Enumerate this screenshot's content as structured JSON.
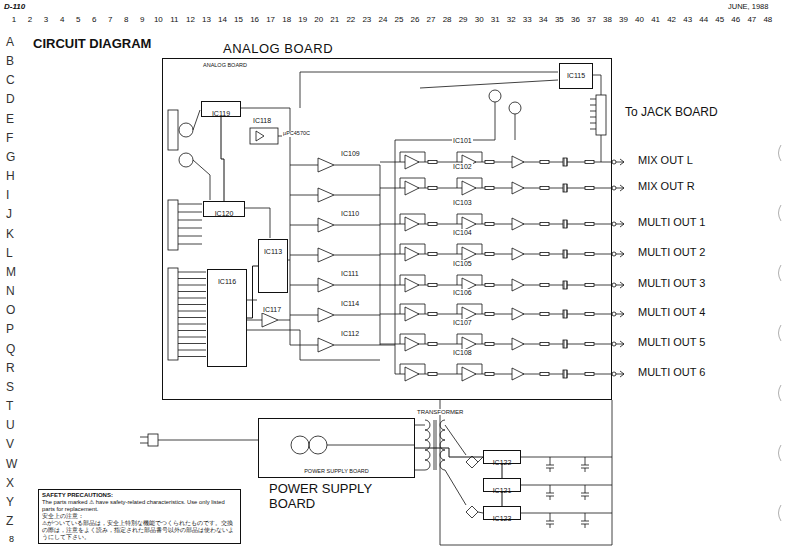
{
  "diagram": {
    "title": "CIRCUIT DIAGRAM",
    "nodes": [
      {
        "text": [
          "ANALOG BOARD",
          "ANALOG BOARD"
        ]
      },
      {
        "text": [
          "IC119"
        ],
        "in": 0
      },
      {
        "text": [
          "IC120"
        ],
        "in": 0
      },
      {
        "text": [
          "IC116"
        ],
        "in": 0
      },
      {
        "text": [
          "IC113"
        ],
        "in": 0
      },
      {
        "text": [
          "IC115"
        ],
        "in": 0
      },
      {
        "text": [
          "POWER SUPPLY BOARD",
          "POWER SUPPLY BOARD"
        ]
      },
      {
        "text": [
          "IC122"
        ]
      },
      {
        "text": [
          "IC121"
        ]
      },
      {
        "text": [
          "IC123"
        ]
      },
      {
        "text": [
          "SAFETY PRECAUTIONS:",
          "The parts marked ⚠ have safety-related characteristics. Use only listed parts for replacement.",
          "安全上の注意：",
          "⚠がついている部品は，安全上特別な機能でつくられたものです。交換の際は，注意をよく読み，指定された部品番号以外の部品は使わないようにして下さい。"
        ]
      }
    ],
    "edges": [
      {
        "from": 1,
        "to": 2,
        "arrow": "none"
      },
      {
        "from": 3,
        "to": 4,
        "arrow": "none"
      },
      {
        "from": 6,
        "to": 7,
        "arrow": "none"
      },
      {
        "from": 7,
        "to": 8,
        "arrow": "none"
      },
      {
        "from": 8,
        "to": 9,
        "arrow": "none"
      }
    ],
    "labels": [
      "D-110",
      "JUNE, 1988",
      "1",
      "2",
      "3",
      "4",
      "5",
      "6",
      "7",
      "8",
      "9",
      "10",
      "11",
      "12",
      "13",
      "14",
      "15",
      "16",
      "17",
      "18",
      "19",
      "20",
      "21",
      "22",
      "23",
      "24",
      "25",
      "26",
      "27",
      "28",
      "29",
      "30",
      "31",
      "32",
      "33",
      "34",
      "35",
      "36",
      "37",
      "38",
      "39",
      "40",
      "41",
      "42",
      "43",
      "44",
      "45",
      "46",
      "47",
      "48",
      "A",
      "B",
      "C",
      "D",
      "E",
      "F",
      "G",
      "H",
      "I",
      "J",
      "K",
      "L",
      "M",
      "N",
      "O",
      "P",
      "Q",
      "R",
      "S",
      "T",
      "U",
      "V",
      "W",
      "X",
      "Y",
      "Z",
      "To JACK BOARD",
      "MIX OUT L",
      "MIX OUT R",
      "MULTI OUT 1",
      "MULTI OUT 2",
      "MULTI OUT 3",
      "MULTI OUT 4",
      "MULTI OUT 5",
      "MULTI OUT 6",
      "8",
      "IC101",
      "IC102",
      "IC103",
      "IC104",
      "IC105",
      "IC106",
      "IC107",
      "IC108",
      "IC109",
      "IC110",
      "IC111",
      "IC112",
      "IC114",
      "IC117",
      "IC118",
      "TRANSFORMER",
      "μPC4570C"
    ]
  }
}
